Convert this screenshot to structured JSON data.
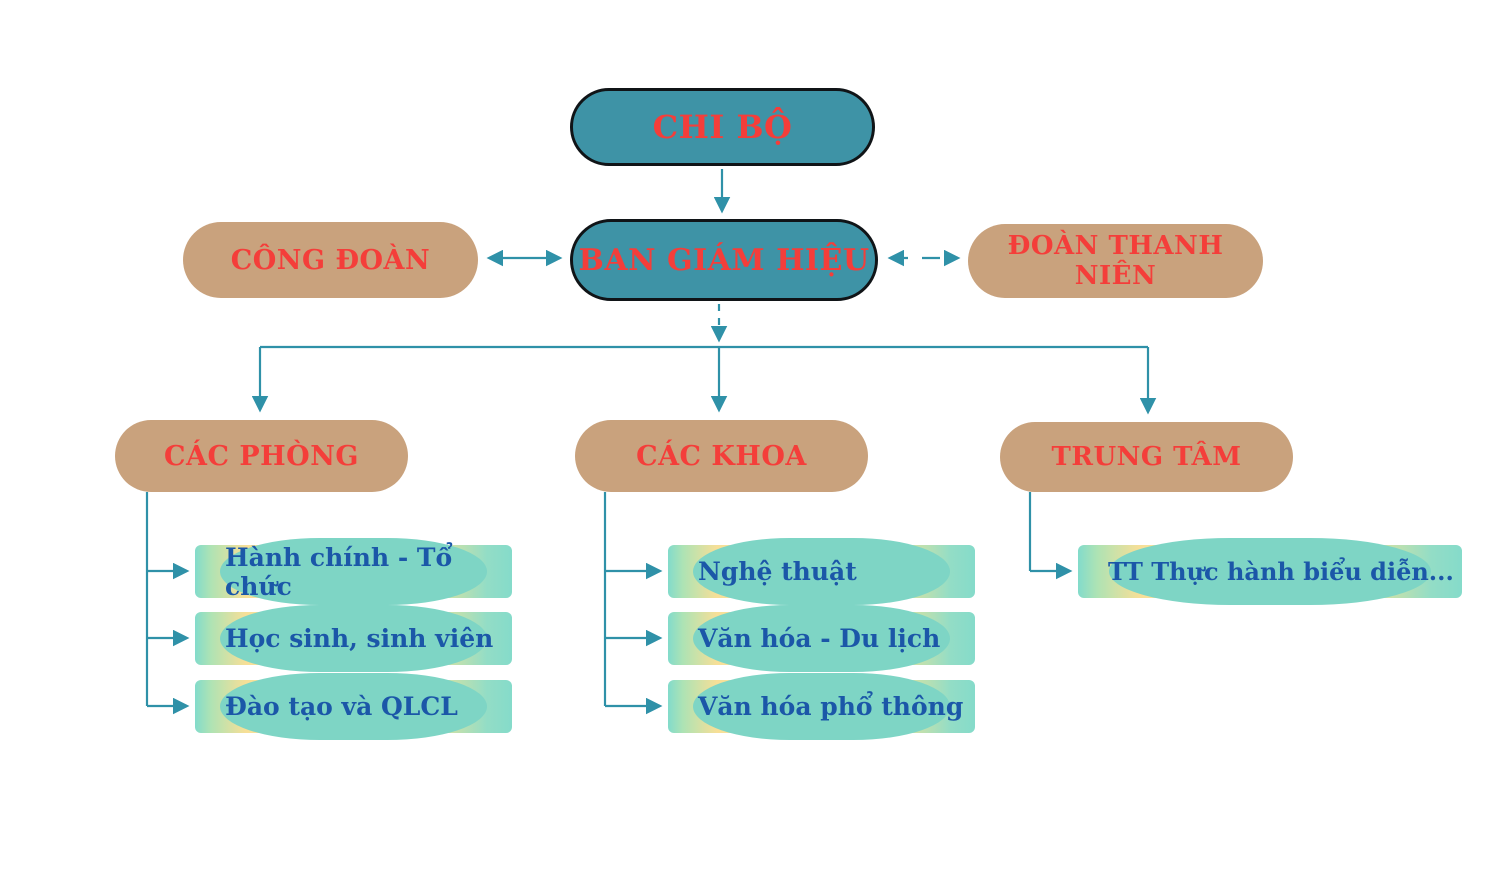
{
  "diagram": {
    "root": {
      "label": "CHI BỘ"
    },
    "secondary_row": {
      "left": {
        "label": "CÔNG ĐOÀN"
      },
      "center": {
        "label": "BAN GIÁM HIỆU"
      },
      "right": {
        "label": "ĐOÀN THANH NIÊN"
      }
    },
    "branches": [
      {
        "label": "CÁC PHÒNG",
        "children": [
          {
            "label": "Hành chính - Tổ chức"
          },
          {
            "label": "Học sinh, sinh viên"
          },
          {
            "label": "Đào tạo và QLCL"
          }
        ]
      },
      {
        "label": "CÁC KHOA",
        "children": [
          {
            "label": "Nghệ thuật"
          },
          {
            "label": "Văn hóa - Du lịch"
          },
          {
            "label": "Văn hóa phổ thông"
          }
        ]
      },
      {
        "label": "TRUNG TÂM",
        "children": [
          {
            "label": "TT Thực hành biểu diễn..."
          }
        ]
      }
    ],
    "colors": {
      "node_teal": "#3e93a6",
      "node_tan": "#c9a27d",
      "node_border_black": "#101417",
      "label_red": "#f43e3a",
      "leaf_text_blue": "#1b57a8",
      "connector_teal": "#2f91a8",
      "leaf_yellow": "#fce9a6",
      "leaf_teal": "#82dbcb"
    }
  }
}
